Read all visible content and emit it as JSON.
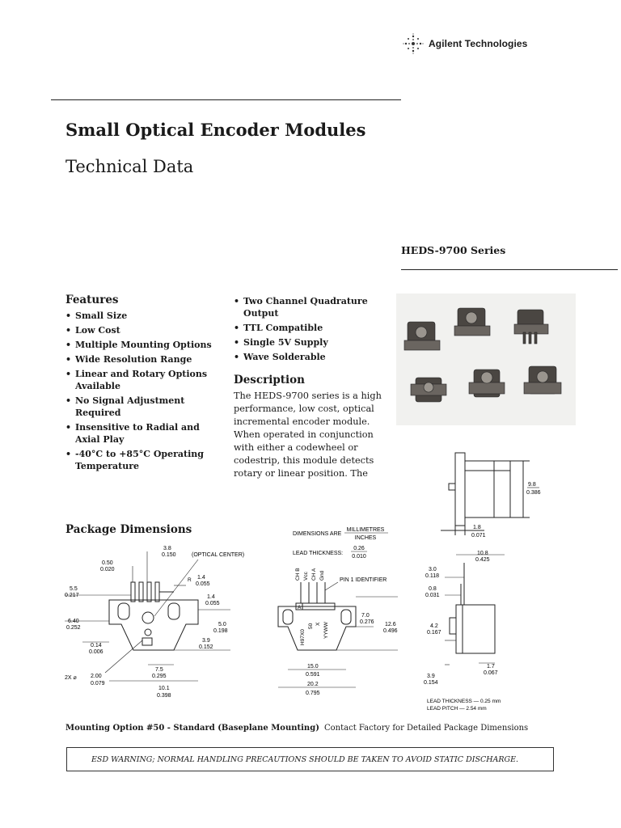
{
  "brand": {
    "name": "Agilent Technologies",
    "logo_icon": "spark-burst-icon"
  },
  "document": {
    "title": "Small Optical Encoder Modules",
    "subtitle": "Technical Data",
    "series": "HEDS-9700 Series"
  },
  "features": {
    "heading": "Features",
    "items_col1": [
      "Small Size",
      "Low Cost",
      "Multiple Mounting Options",
      "Wide Resolution Range",
      "Linear and Rotary Options Available",
      "No Signal Adjustment Required",
      "Insensitive to Radial and Axial Play",
      "-40°C to +85°C Operating Temperature"
    ],
    "items_col2": [
      "Two Channel Quadrature Output",
      "TTL Compatible",
      "Single 5V Supply",
      "Wave Solderable"
    ]
  },
  "description": {
    "heading": "Description",
    "text": "The HEDS-9700 series is a high performance, low cost, optical incremental encoder module. When operated in conjunction with either a codewheel or codestrip, this module detects rotary or linear position. The"
  },
  "package": {
    "heading": "Package Dimensions",
    "units_label": "DIMENSIONS ARE",
    "units_top": "MILLIMETRES",
    "units_bottom": "INCHES",
    "lead_thickness_label": "LEAD THICKNESS:",
    "lead_thickness_top": "0.26",
    "lead_thickness_bottom": "0.010",
    "optical_center": "(OPTICAL CENTER)",
    "pin1": "PIN 1 IDENTIFIER",
    "pins": [
      "CH B",
      "Vcc",
      "CH A",
      "Gnd"
    ],
    "marking": [
      "H97X0",
      "50",
      "X",
      "YYWW"
    ],
    "pin1_mark": "A",
    "radius_label": "R",
    "diameter_label": "2X ⌀",
    "lead_notes": [
      "LEAD THICKNESS — 0.25 mm",
      "LEAD PITCH — 2.54 mm"
    ],
    "dims_left": [
      {
        "mm": "3.8",
        "in": "0.150"
      },
      {
        "mm": "0.50",
        "in": "0.020"
      },
      {
        "mm": "5.5",
        "in": "0.217"
      },
      {
        "mm": "1.4",
        "in": "0.055"
      },
      {
        "mm": "1.4",
        "in": "0.055"
      },
      {
        "mm": "6.40",
        "in": "0.252"
      },
      {
        "mm": "5.0",
        "in": "0.198"
      },
      {
        "mm": "0.14",
        "in": "0.006"
      },
      {
        "mm": "3.9",
        "in": "0.152"
      },
      {
        "mm": "7.5",
        "in": "0.295"
      },
      {
        "mm": "2.00",
        "in": "0.079"
      },
      {
        "mm": "10.1",
        "in": "0.398"
      }
    ],
    "dims_mid": [
      {
        "mm": "7.0",
        "in": "0.276"
      },
      {
        "mm": "12.6",
        "in": "0.496"
      },
      {
        "mm": "15.0",
        "in": "0.591"
      },
      {
        "mm": "20.2",
        "in": "0.795"
      }
    ],
    "dims_right_top": [
      {
        "mm": "9.8",
        "in": "0.386"
      },
      {
        "mm": "1.8",
        "in": "0.071"
      }
    ],
    "dims_right_bottom": [
      {
        "mm": "10.8",
        "in": "0.425"
      },
      {
        "mm": "3.0",
        "in": "0.118"
      },
      {
        "mm": "0.8",
        "in": "0.031"
      },
      {
        "mm": "4.2",
        "in": "0.167"
      },
      {
        "mm": "1.7",
        "in": "0.067"
      },
      {
        "mm": "3.9",
        "in": "0.154"
      }
    ]
  },
  "captions": {
    "mounting_option": "Mounting Option #50 - Standard (Baseplane Mounting)",
    "contact": "Contact Factory for Detailed Package Dimensions"
  },
  "esd_warning": "ESD WARNING; NORMAL HANDLING PRECAUTIONS SHOULD BE TAKEN TO AVOID STATIC DISCHARGE."
}
